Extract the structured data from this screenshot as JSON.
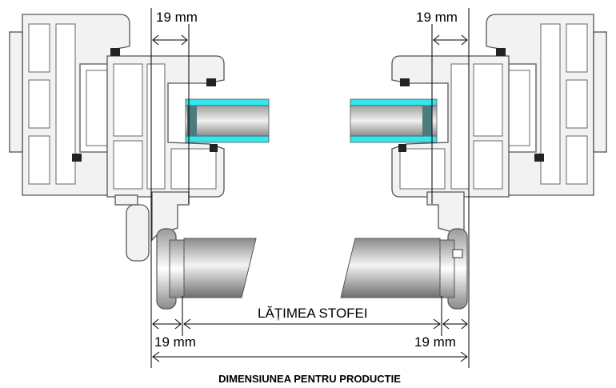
{
  "labels": {
    "top_left_dim": "19 mm",
    "top_right_dim": "19 mm",
    "fabric_width": "LĂȚIMEA STOFEI",
    "bottom_left_dim": "19 mm",
    "bottom_right_dim": "19 mm",
    "caption": "DIMENSIUNEA PENTRU PRODUCTIE"
  },
  "colors": {
    "profile_fill": "#f2f2f2",
    "profile_stroke": "#555555",
    "glass": "#33e6f0",
    "fabric_dark": "#777777",
    "fabric_light": "#eeeeee"
  }
}
